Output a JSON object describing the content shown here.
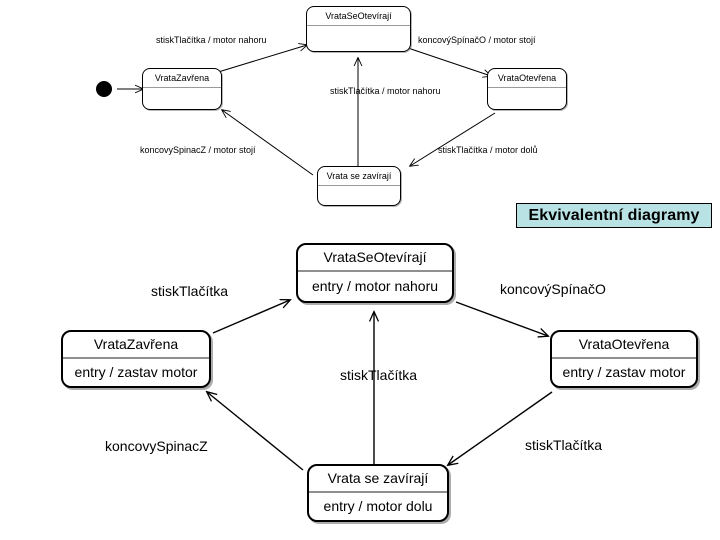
{
  "slide": {
    "background_color": "#ffffff",
    "banner": {
      "text": "Ekvivalentní diagramy",
      "fill_color": "#b9e2e4",
      "border_color": "#000000"
    }
  },
  "diagram_top": {
    "title": "",
    "states": [
      {
        "id": "opening",
        "name": "VrataSeOtevírají",
        "body": ""
      },
      {
        "id": "closed",
        "name": "VrataZavřena",
        "body": ""
      },
      {
        "id": "open",
        "name": "VrataOtevřena",
        "body": ""
      },
      {
        "id": "closing",
        "name": "Vrata se zavírají",
        "body": ""
      }
    ],
    "initial_marker": "filled-circle",
    "transitions": [
      {
        "id": "t1",
        "label": "stiskTlačítka / motor nahoru",
        "from": "closed",
        "to": "opening"
      },
      {
        "id": "t2",
        "label": "koncovýSpínačO / motor stojí",
        "from": "opening",
        "to": "open"
      },
      {
        "id": "t3",
        "label": "stiskTlačítka / motor nahoru",
        "from": "closing",
        "to": "opening"
      },
      {
        "id": "t4",
        "label": "koncovySpinacZ / motor stojí",
        "from": "closing",
        "to": "closed"
      },
      {
        "id": "t5",
        "label": "stiskTlačítka / motor dolů",
        "from": "open",
        "to": "closing"
      }
    ]
  },
  "diagram_bottom": {
    "title": "",
    "states": [
      {
        "id": "opening",
        "name": "VrataSeOtevírají",
        "body": "entry / motor nahoru"
      },
      {
        "id": "closed",
        "name": "VrataZavřena",
        "body": "entry / zastav motor"
      },
      {
        "id": "open",
        "name": "VrataOtevřena",
        "body": "entry / zastav motor"
      },
      {
        "id": "closing",
        "name": "Vrata se zavírají",
        "body": "entry / motor dolu"
      }
    ],
    "transitions": [
      {
        "id": "b1",
        "label": "stiskTlačítka",
        "from": "closed",
        "to": "opening"
      },
      {
        "id": "b2",
        "label": "koncovýSpínačO",
        "from": "opening",
        "to": "open"
      },
      {
        "id": "b3",
        "label": "stiskTlačítka",
        "from": "closing",
        "to": "opening"
      },
      {
        "id": "b4",
        "label": "koncovySpinacZ",
        "from": "closing",
        "to": "closed"
      },
      {
        "id": "b5",
        "label": "stiskTlačítka",
        "from": "open",
        "to": "closing"
      }
    ]
  }
}
